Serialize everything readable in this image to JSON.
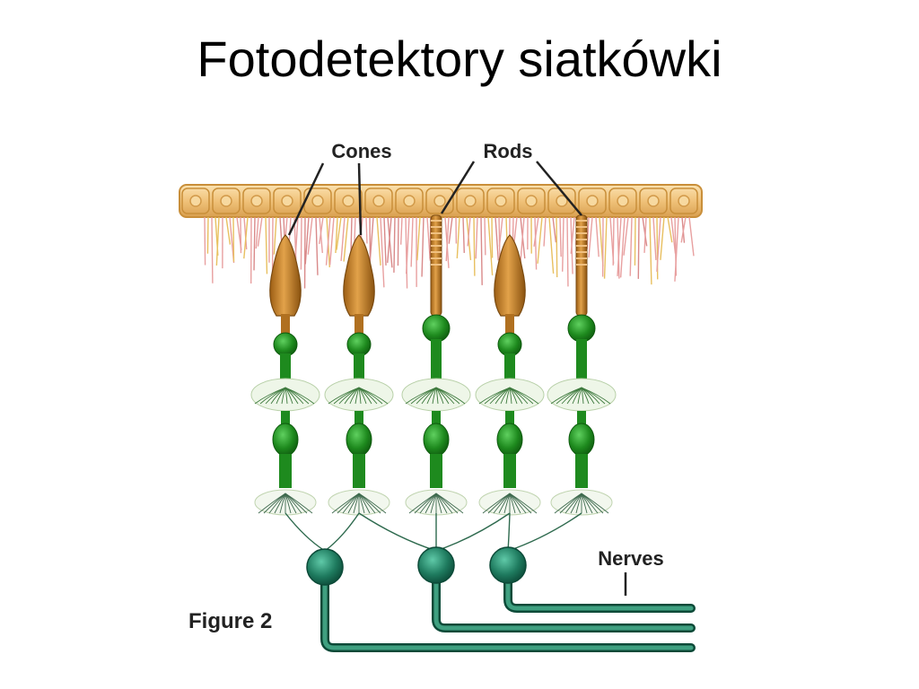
{
  "slide": {
    "title": "Fotodetektory siatkówki"
  },
  "figure": {
    "labels": {
      "cones": "Cones",
      "rods": "Rods",
      "nerves": "Nerves",
      "figure": "Figure 2"
    },
    "colors": {
      "epithelium": "#f0c27a",
      "epithelium_edge": "#c98f3a",
      "photoreceptor_outer": "#c7832a",
      "cell_body": "#1e8a1e",
      "ganglion": "#1e7a5e",
      "nerve_fiber": "#2e8a6a",
      "fringe": "#e8a0a0"
    },
    "columns": [
      {
        "type": "cone"
      },
      {
        "type": "cone"
      },
      {
        "type": "rod"
      },
      {
        "type": "cone"
      },
      {
        "type": "rod"
      }
    ]
  }
}
